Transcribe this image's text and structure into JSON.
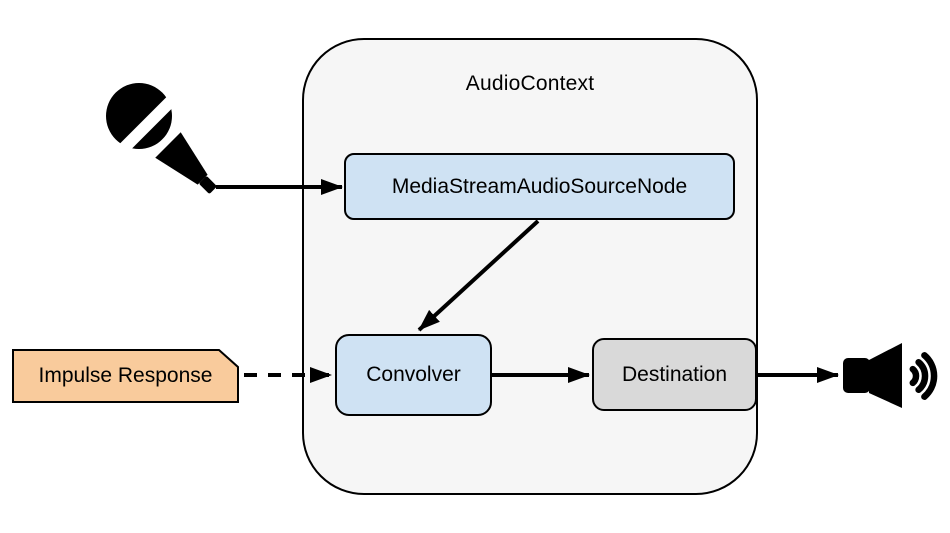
{
  "colors": {
    "background": "#ffffff",
    "container_fill": "#f6f6f6",
    "node_source_fill": "#cfe2f3",
    "node_convolver_fill": "#cfe2f3",
    "node_destination_fill": "#d9d9d9",
    "impulse_tag_fill": "#f9cb9c",
    "stroke": "#000000",
    "text": "#000000"
  },
  "container": {
    "label": "AudioContext"
  },
  "nodes": {
    "source": {
      "label": "MediaStreamAudioSourceNode"
    },
    "convolver": {
      "label": "Convolver"
    },
    "destination": {
      "label": "Destination"
    }
  },
  "impulse_tag": {
    "label": "Impulse Response"
  },
  "icons": {
    "input": "microphone-icon",
    "output": "speaker-icon"
  },
  "connections": [
    {
      "from": "microphone",
      "to": "MediaStreamAudioSourceNode",
      "style": "solid"
    },
    {
      "from": "MediaStreamAudioSourceNode",
      "to": "Convolver",
      "style": "solid"
    },
    {
      "from": "Impulse Response",
      "to": "Convolver",
      "style": "dashed"
    },
    {
      "from": "Convolver",
      "to": "Destination",
      "style": "solid"
    },
    {
      "from": "Destination",
      "to": "speaker",
      "style": "solid"
    }
  ]
}
